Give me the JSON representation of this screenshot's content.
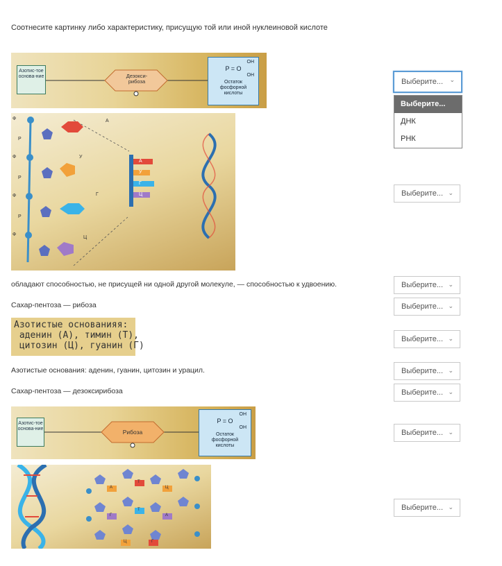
{
  "question": "Соотнесите картинку либо характеристику, присущую той или иной нуклеиновой кислоте",
  "select_placeholder": "Выберите...",
  "dropdown_options": [
    "Выберите...",
    "ДНК",
    "РНК"
  ],
  "chevron": "⌄",
  "diagram1": {
    "base": "Азотис-тое основа-ние",
    "sugar": "Дезокси-рибоза",
    "phosphate_formula": "P = O",
    "phosphate_oh1": "OH",
    "phosphate_oh2": "OH",
    "phosphate_label": "Остаток фосфорной кислоты"
  },
  "diagram_strand": {
    "labels_left": [
      "Ф",
      "Р",
      "Ф",
      "Р",
      "Ф",
      "Р",
      "Ф"
    ],
    "base_letters": [
      "А",
      "У",
      "Г",
      "Ц"
    ],
    "stack_letters": [
      "А",
      "У",
      "Г",
      "Ц"
    ]
  },
  "text_items": {
    "item3": "обладают способностью, не присущей ни одной другой молекуле, — способностью к удвоению.",
    "item4": "Сахар-пентоза — рибоза",
    "item6": "Азотистые основания: аденин, гуанин, цитозин и урацил.",
    "item7": "Сахар-пентоза — дезоксирибоза"
  },
  "bases_box": {
    "line1": "Азотистые основанияя:",
    "line2": " аденин (А), тимин (Т),",
    "line3": " цитозин (Ц), гуанин (Г)"
  },
  "diagram2": {
    "base": "Азотис-тое основа-ние",
    "sugar": "Рибоза",
    "phosphate_formula": "P = O",
    "phosphate_oh1": "OH",
    "phosphate_oh2": "OH",
    "phosphate_label": "Остаток фосфорной кислоты"
  },
  "helix_letters": [
    "А",
    "Т",
    "Ц",
    "Г",
    "Т",
    "А",
    "Ц",
    "Г"
  ]
}
